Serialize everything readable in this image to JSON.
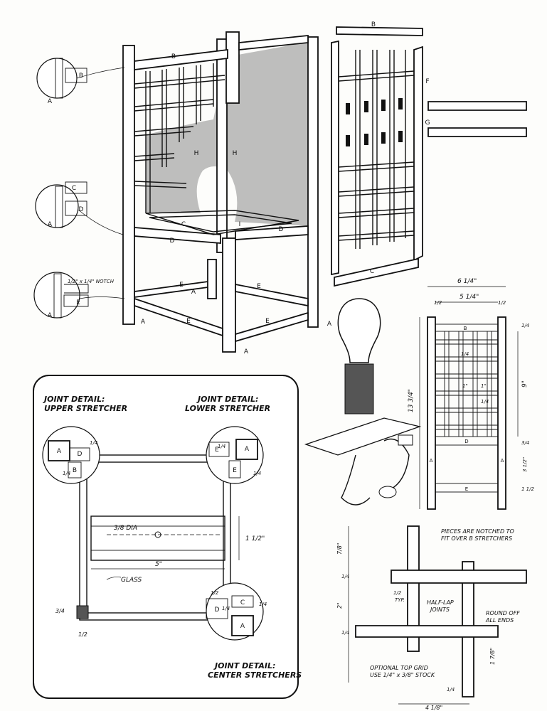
{
  "joint_details": {
    "upper": "JOINT DETAIL: UPPER STRETCHER",
    "lower": "JOINT DETAIL: LOWER STRETCHER",
    "center": "JOINT DETAIL: CENTER STRETCHERS"
  },
  "plan": {
    "glass": "GLASS",
    "hole": "3/8 DIA",
    "width": "5\"",
    "depth": "1 1/2\"",
    "post_side": "3/4",
    "post_bottom": "1/2",
    "upper_a": "1/4",
    "upper_b": "1/4",
    "lower_a": "1/4",
    "lower_b": "1/4",
    "center_a": "1/2",
    "center_b": "1/4",
    "center_c": "1/4"
  },
  "notch": "1/2\" x 1/4\" NOTCH",
  "front_view": {
    "width_outer": "6 1/4\"",
    "width_inner": "5 1/4\"",
    "height": "13 3/4\"",
    "grid_height": "9\"",
    "end": "1/2",
    "cell": "1\"",
    "space": "1/4",
    "top_gap": "1/4",
    "mid_gap": "3 1/2\"",
    "d_gap": "3/4",
    "bottom_gap": "1 1/2"
  },
  "top_grid": {
    "note_top": "PIECES ARE NOTCHED TO FIT OVER B STRETCHERS",
    "note_joint": "HALF-LAP JOINTS",
    "note_round": "ROUND OFF ALL ENDS",
    "note_optional": "OPTIONAL TOP GRID USE 1/4\" x 3/8\" STOCK",
    "dim_top": "7/8\"",
    "dim_mid": "2\"",
    "dim_bottom": "1 7/8\"",
    "dim_width": "4 1/8\"",
    "dim_half": "1/2",
    "dim_typ": "TYP.",
    "dim_quarter": "1/4",
    "dim_left": "1/4",
    "dim_lower_left": "1/4"
  },
  "letters": {
    "A": "A",
    "B": "B",
    "C": "C",
    "D": "D",
    "E": "E",
    "F": "F",
    "G": "G",
    "H": "H",
    "I": "I"
  }
}
